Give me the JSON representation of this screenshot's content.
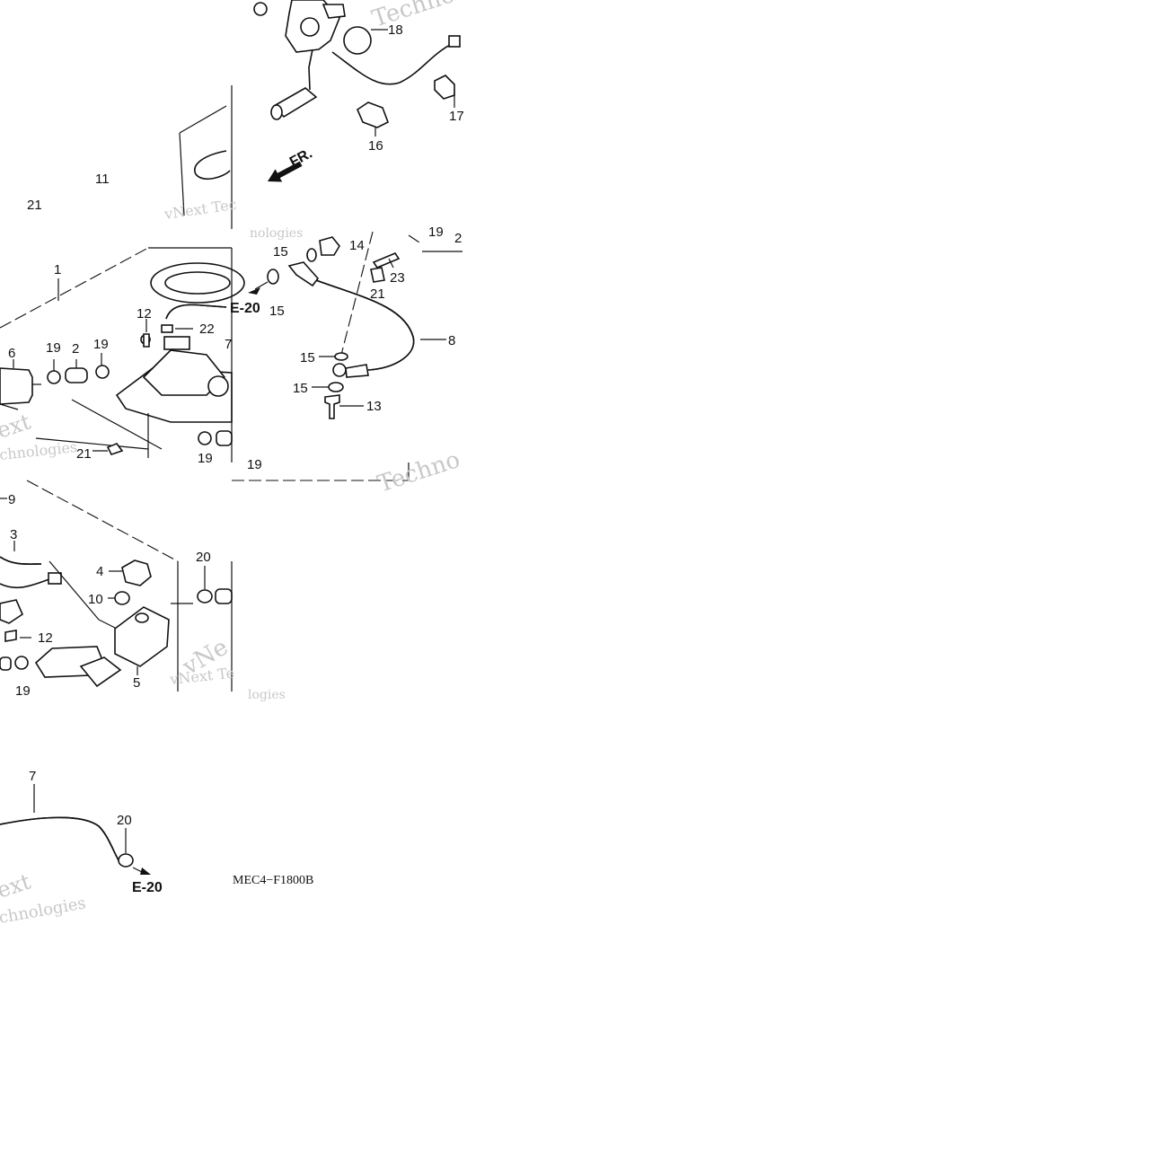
{
  "diagram": {
    "code": "MEC4−F1800B",
    "front_marker": "FR.",
    "refs": {
      "e20_a": "E-20",
      "e20_b": "E-20"
    },
    "watermarks": [
      "Techno",
      "vNext Tec",
      "nologies",
      "ext",
      "chnologies",
      "Techno",
      "vNe",
      "vNext Te",
      "logies",
      "ext",
      "chnologies"
    ],
    "labels": {
      "l18": "18",
      "l16": "16",
      "l17": "17",
      "l11": "11",
      "l21a": "21",
      "l1": "1",
      "l12a": "12",
      "l22": "22",
      "l6": "6",
      "l19a": "19",
      "l2": "2",
      "l19b": "19",
      "l21b": "21",
      "l19c": "19",
      "l7a": "7",
      "l15a": "15",
      "l14": "14",
      "l19d": "19",
      "l20a": "2",
      "l23": "23",
      "l21c": "21",
      "l15b": "15",
      "l8": "8",
      "l15c": "15",
      "l15d": "15",
      "l13": "13",
      "l19e": "19",
      "l9": "9",
      "l3": "3",
      "l4": "4",
      "l20b": "20",
      "l10": "10",
      "l12b": "12",
      "l5": "5",
      "l19f": "19",
      "l7b": "7",
      "l20c": "20"
    }
  }
}
